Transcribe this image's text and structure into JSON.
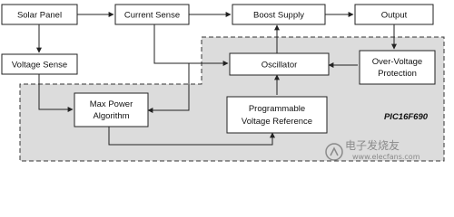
{
  "diagram": {
    "blocks": {
      "solar_panel": "Solar Panel",
      "current_sense": "Current Sense",
      "boost_supply": "Boost Supply",
      "output": "Output",
      "voltage_sense": "Voltage Sense",
      "oscillator": "Oscillator",
      "over_voltage_line1": "Over-Voltage",
      "over_voltage_line2": "Protection",
      "max_power_line1": "Max Power",
      "max_power_line2": "Algorithm",
      "prog_vref_line1": "Programmable",
      "prog_vref_line2": "Voltage Reference"
    },
    "region_label": "PIC16F690",
    "watermark": {
      "text": "电子发烧友",
      "url": "www.elecfans.com"
    }
  }
}
